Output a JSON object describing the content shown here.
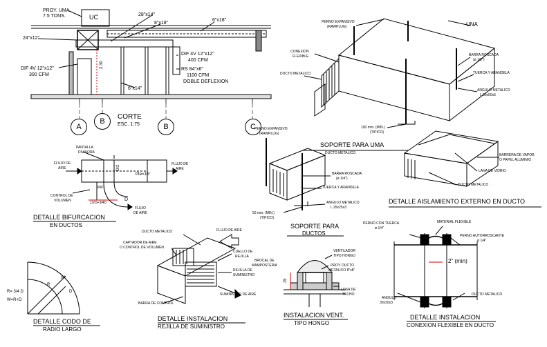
{
  "corte": {
    "title": "CORTE",
    "scale": "ESC. 1:75",
    "uc": "UC",
    "proy_uma": "PROY. UMA",
    "tons": "7.5 TONS.",
    "duct_28x14": "28\"x14\"",
    "duct_8x18": "8\"x18\"",
    "duct_6x18": "6\"x18\"",
    "duct_24x12": "24\"x12\"",
    "dif_left_1": "DIF 4V 12\"x12\"",
    "dif_left_2": "300 CFM",
    "dif_mid_1": "DIF 4V 12\"x12\"",
    "dif_mid_2": "400 CFM",
    "rs_1": "RS 84\"x6\"",
    "rs_2": "1100 CFM",
    "rs_3": "DOBLE DEFLEXION",
    "duct_6x14": "6\"x14\"",
    "height": "2.30",
    "axes": [
      "A",
      "B",
      "B",
      "C"
    ]
  },
  "uma": {
    "title": "SOPORTE PARA UMA",
    "una": "UNA",
    "perno_1": "PERNO EXPANSIVO",
    "perno_2": "(RAWPLUG)",
    "conexion_1": "CONEXION",
    "conexion_2": "FLEXIBLE",
    "ducto": "DUCTO METALICO",
    "barra_1": "BARRA ROSCADA",
    "barra_2": "(ø 1/2\")",
    "tuerca": "TUERCA Y ARANDELA",
    "angulo_1": "ANGULO METALICO",
    "angulo_2": "L 50x50x5",
    "min_1": "100 mm. (MIN.)",
    "min_2": "(TIPICO)"
  },
  "bifurcacion": {
    "title_1": "DETALLE BIFURCACION",
    "title_2": "EN DUCTOS",
    "pantalla_1": "PANTALLA",
    "pantalla_2": "DIVISORA",
    "flujo_l_1": "FLUJO DE",
    "flujo_l_2": "AIRE",
    "flujo_r_1": "FLUJO DE",
    "flujo_r_2": "AIRE",
    "flujo_b_1": "FLUJO",
    "flujo_b_2": "DE AIRE",
    "control_1": "CONTROL DE",
    "control_2": "VOLUMEN",
    "d2": "D/2",
    "pte": "Pte=15°",
    "d34": "3/4D",
    "d12": "1/2D+3/4D",
    "d": "D"
  },
  "soporte_ductos": {
    "title_1": "SOPORTE PARA",
    "title_2": "DUCTOS",
    "perno_1": "PERNO EXPANSIVO",
    "perno_2": "(RAWPLUG)",
    "ducto": "DUCTO METALICO",
    "barra_1": "BARRA ROSCADA",
    "barra_2": "(ø 1/4\")",
    "tuerca": "TUERCA Y ARANDELA",
    "angulo_1": "ANGULO METALICO",
    "angulo_2": "L 25x25x3",
    "min_1": "50 mm. (MIN.)",
    "min_2": "(TIPICO)"
  },
  "aislamiento": {
    "title": "DETALLE AISLAMIENTO EXTERNO EN DUCTO",
    "barrera_1": "BARRERA DE VAPOR",
    "barrera_2": "O PAPEL ALUMINIO",
    "lana": "LANA DE VIDRIO",
    "ducto": "DUCTO METALICO"
  },
  "codo": {
    "title_1": "DETALLE CODO DE",
    "title_2": "RADIO LARGO",
    "formula_1": "R= 3/4 D",
    "formula_2": "W=R+D",
    "r": "R",
    "w": "W",
    "dd": "D"
  },
  "rejilla": {
    "title_1": "DETALLE INSTALACION",
    "title_2": "REJILLA DE SUMINISTRO",
    "ducto": "DUCTO METALICO",
    "flujo": "FLUJO DE AIRE",
    "captador_1": "CAPTADOR DE AIRE",
    "captador_2": "O CONTROL DE VOLUMEN",
    "cuello_1": "CUELLO DE",
    "cuello_2": "REJILLA",
    "rejilla_1": "REJILLA DE",
    "rejilla_2": "SUMINISTRO",
    "barra": "BARRA DE CONTROL",
    "suministro": "SUMINISTRO DE AIRE"
  },
  "hongo": {
    "title_1": "INSTALACION VENT.",
    "title_2": "TIPO HONGO",
    "vent_1": "VENTILADOR",
    "vent_2": "TIPO HONGO",
    "brocal_1": "BROCAL DE",
    "brocal_2": "MAMPOSTERIA",
    "proy_1": "PROY. DUCTO",
    "proy_2": "METALICO 8\"x8\"",
    "losa_1": "LOSA DE",
    "losa_2": "TECHO",
    "dim": ".15"
  },
  "conexion": {
    "title_1": "DETALLE INSTALACION",
    "title_2": "CONEXION FLEXIBLE EN DUCTO",
    "perno_t_1": "PERNO CON TUERCA",
    "perno_t_2": "ø 1/4\"",
    "material": "MATERIAL FLEXIBLE",
    "perno_a_1": "PERNO AUTORROSCANTE",
    "perno_a_2": "ø 1/4\"",
    "min": "2\" (min)",
    "angulo_1": "ANGULO",
    "angulo_2": "30x30x3",
    "ducto": "DUCTO METALICO"
  }
}
